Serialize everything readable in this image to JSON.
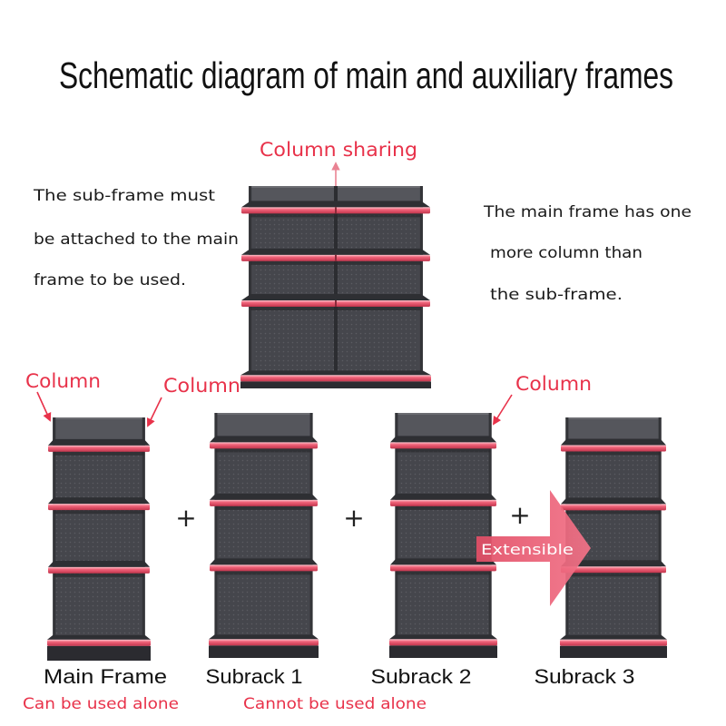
{
  "title": "Schematic diagram of main and auxiliary frames",
  "column_sharing": "Column sharing",
  "notes": {
    "left": [
      "The sub-frame must",
      "be attached to the main",
      "frame to be used."
    ],
    "right": [
      "The main frame has one",
      "more column than",
      "the sub-frame."
    ]
  },
  "column_labels": [
    "Column",
    "Column",
    "Column"
  ],
  "plus": [
    "+",
    "+",
    "+"
  ],
  "extensible": "Extensible",
  "units": [
    {
      "name": "Main Frame"
    },
    {
      "name": "Subrack 1"
    },
    {
      "name": "Subrack 2"
    },
    {
      "name": "Subrack 3"
    }
  ],
  "usage": {
    "main": "Can be used alone",
    "sub": "Cannot be used alone"
  },
  "colors": {
    "accent": "#e8324a",
    "shelf_edge": "#f0647a",
    "panel": "#46474d",
    "arrow": "#ec5e74"
  }
}
